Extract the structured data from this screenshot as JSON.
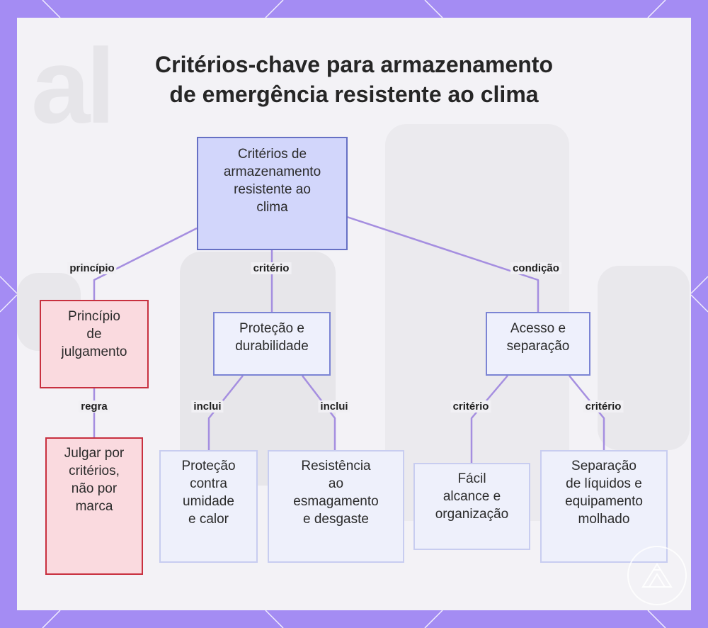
{
  "title": {
    "line1": "Critérios-chave para armazenamento",
    "line2": "de emergência resistente ao clima"
  },
  "nodes": {
    "root": {
      "lines": [
        "Critérios de",
        "armazenamento",
        "resistente ao",
        "clima"
      ]
    },
    "principle": {
      "lines": [
        "Princípio",
        "de",
        "julgamento"
      ]
    },
    "protection": {
      "lines": [
        "Proteção e",
        "durabilidade"
      ]
    },
    "access": {
      "lines": [
        "Acesso e",
        "separação"
      ]
    },
    "judge": {
      "lines": [
        "Julgar por",
        "critérios,",
        "não por",
        "marca"
      ]
    },
    "moisture": {
      "lines": [
        "Proteção",
        "contra",
        "umidade",
        "e calor"
      ]
    },
    "crush": {
      "lines": [
        "Resistência",
        "ao",
        "esmagamento",
        "e desgaste"
      ]
    },
    "reach": {
      "lines": [
        "Fácil",
        "alcance e",
        "organização"
      ]
    },
    "separate": {
      "lines": [
        "Separação",
        "de líquidos e",
        "equipamento",
        "molhado"
      ]
    }
  },
  "edges": {
    "root_principle": "princípio",
    "root_protection": "critério",
    "root_access": "condição",
    "principle_judge": "regra",
    "protection_moisture": "inclui",
    "protection_crush": "inclui",
    "access_reach": "critério",
    "access_separate": "critério"
  },
  "colors": {
    "frame": "#a48cf3",
    "panel": "#f3f2f6",
    "edge": "#a58ee0",
    "root_fill": "#d2d6fb",
    "root_border": "#6670c4",
    "node_fill": "#eef0fc",
    "node_border": "#7b84d4",
    "leaf_border": "#c8cdf0",
    "red_fill": "#fadadf",
    "red_border": "#c8303f"
  },
  "icons": {
    "logo": "mountain-logo-icon"
  }
}
